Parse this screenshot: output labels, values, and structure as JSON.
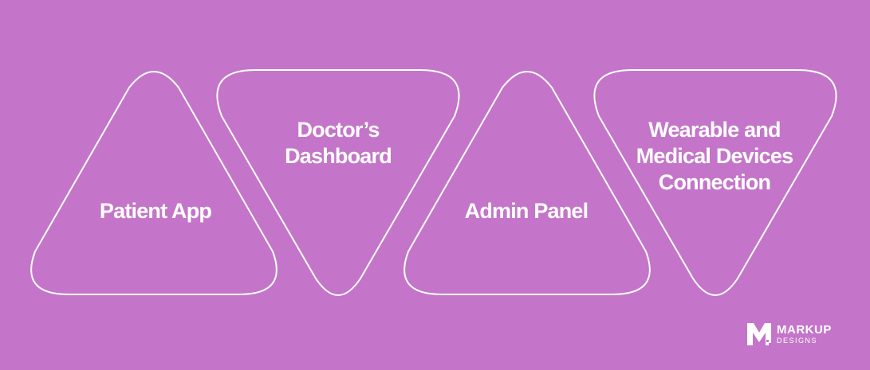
{
  "colors": {
    "background": "#c475c9",
    "stroke": "#ffffff",
    "text": "#ffffff"
  },
  "shapes": [
    {
      "kind": "triangle-up",
      "label": "Patient App"
    },
    {
      "kind": "triangle-down",
      "label": "Doctor’s\nDashboard"
    },
    {
      "kind": "triangle-up",
      "label": "Admin Panel"
    },
    {
      "kind": "triangle-down",
      "label": "Wearable and\nMedical Devices\nConnection"
    }
  ],
  "logo": {
    "icon": "markup-m-logo-icon",
    "name": "MARKUP",
    "sub": "DESIGNS"
  }
}
